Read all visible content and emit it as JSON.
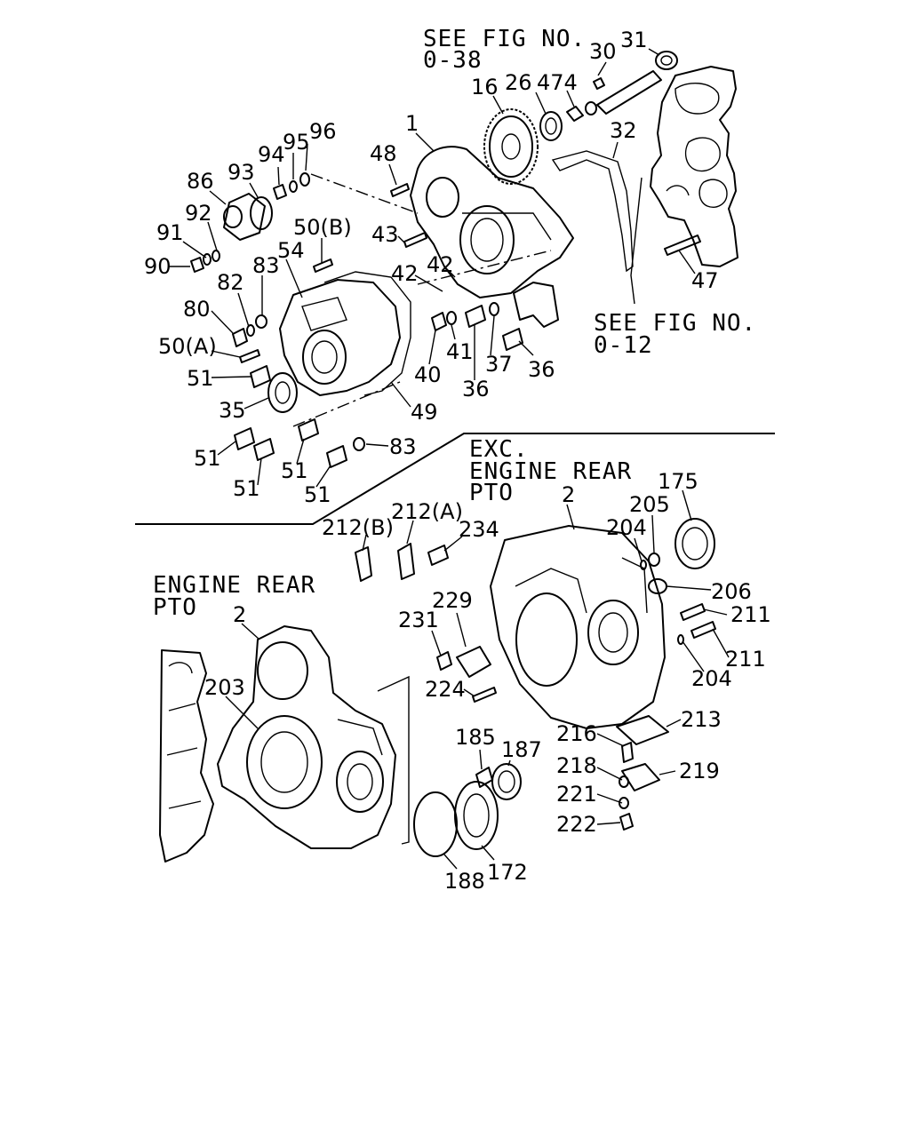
{
  "notes": {
    "see_fig_038_line1": "SEE FIG NO.",
    "see_fig_038_line2": "0-38",
    "see_fig_012_line1": "SEE FIG NO.",
    "see_fig_012_line2": "0-12",
    "exc_line1": "EXC.",
    "exc_line2": "ENGINE REAR",
    "exc_line3": "PTO",
    "pto_line1": "ENGINE REAR",
    "pto_line2": "PTO"
  },
  "callouts": {
    "c30": "30",
    "c31": "31",
    "c474": "474",
    "c26": "26",
    "c16": "16",
    "c32": "32",
    "c96": "96",
    "c95": "95",
    "c94": "94",
    "c93": "93",
    "c86": "86",
    "c92": "92",
    "c91": "91",
    "c90": "90",
    "c1": "1",
    "c48": "48",
    "c43": "43",
    "c42a": "42",
    "c42b": "42",
    "c47": "47",
    "c50b": "50(B)",
    "c54": "54",
    "c83a": "83",
    "c82": "82",
    "c80": "80",
    "c50a": "50(A)",
    "c51a": "51",
    "c35": "35",
    "c51b": "51",
    "c51c": "51",
    "c51d": "51",
    "c51e": "51",
    "c83b": "83",
    "c49": "49",
    "c40": "40",
    "c41": "41",
    "c36a": "36",
    "c37": "37",
    "c36b": "36",
    "c212b": "212(B)",
    "c212a": "212(A)",
    "c234": "234",
    "c2a": "2",
    "c175": "175",
    "c205": "205",
    "c204a": "204",
    "c206": "206",
    "c211a": "211",
    "c211b": "211",
    "c204b": "204",
    "c229": "229",
    "c231": "231",
    "c224": "224",
    "c213": "213",
    "c216": "216",
    "c218": "218",
    "c219": "219",
    "c221": "221",
    "c222": "222",
    "c185": "185",
    "c187": "187",
    "c188": "188",
    "c172": "172",
    "c2b": "2",
    "c203": "203"
  }
}
